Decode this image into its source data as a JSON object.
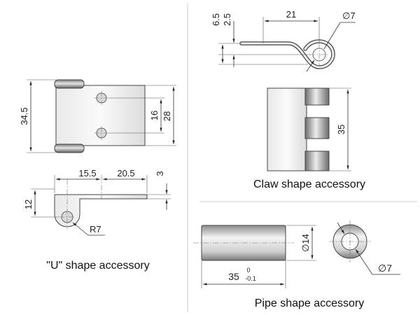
{
  "u_shape": {
    "caption": "\"U\" shape accessory",
    "dims": {
      "height_34_5": "34.5",
      "hole_spacing_16": "16",
      "width_28": "28",
      "len_15_5": "15.5",
      "len_20_5": "20.5",
      "thick_3": "3",
      "height_12": "12",
      "radius_r7": "R7"
    }
  },
  "claw_shape": {
    "caption": "Claw shape accessory",
    "dims": {
      "d_6_5": "6.5",
      "d_2_5": "2.5",
      "len_21": "21",
      "dia_7": "∅7",
      "height_35": "35"
    }
  },
  "pipe_shape": {
    "caption": "Pipe shape accessory",
    "dims": {
      "len_35": "35",
      "tol_upper": "0",
      "tol_lower": "-0.1",
      "dia_14": "∅14",
      "dia_7": "∅7"
    }
  },
  "colors": {
    "part_light": "#f2f2f2",
    "part_mid": "#c8c8c8",
    "part_dark": "#8a8a8a",
    "hole": "#d0d0d0",
    "divider": "#cccccc"
  }
}
